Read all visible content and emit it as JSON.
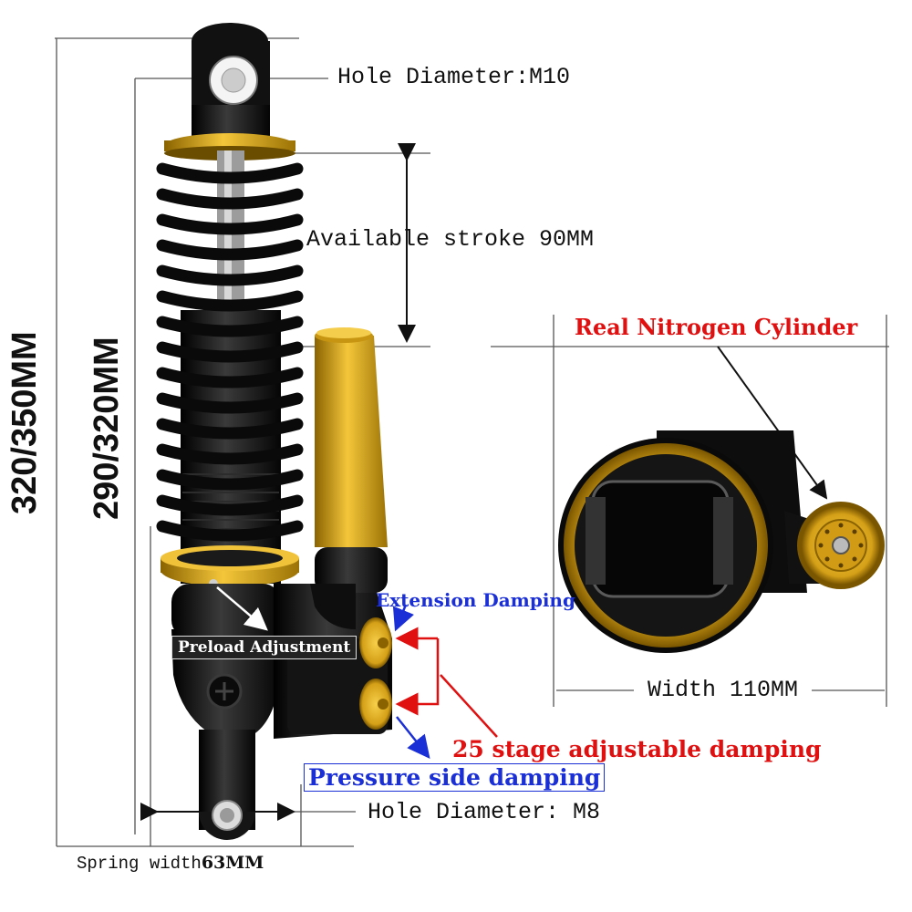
{
  "labels": {
    "hole_top": "Hole Diameter:M10",
    "stroke": "Available stroke 90MM",
    "total_len": "320/350MM",
    "eye_len": "290/320MM",
    "nitrogen": "Real Nitrogen Cylinder",
    "ext_damping": "Extension Damping",
    "preload": "Preload Adjustment",
    "adjustable": "25 stage adjustable damping",
    "pressure": "Pressure side damping",
    "hole_bottom": "Hole Diameter: M8",
    "spring_width_prefix": "Spring width",
    "spring_width_value": "63MM",
    "width": "Width 110MM"
  },
  "colors": {
    "gold": "#d4a017",
    "black_body": "#141414",
    "red_accent": "#e01010",
    "blue_accent": "#1a2fd6"
  }
}
